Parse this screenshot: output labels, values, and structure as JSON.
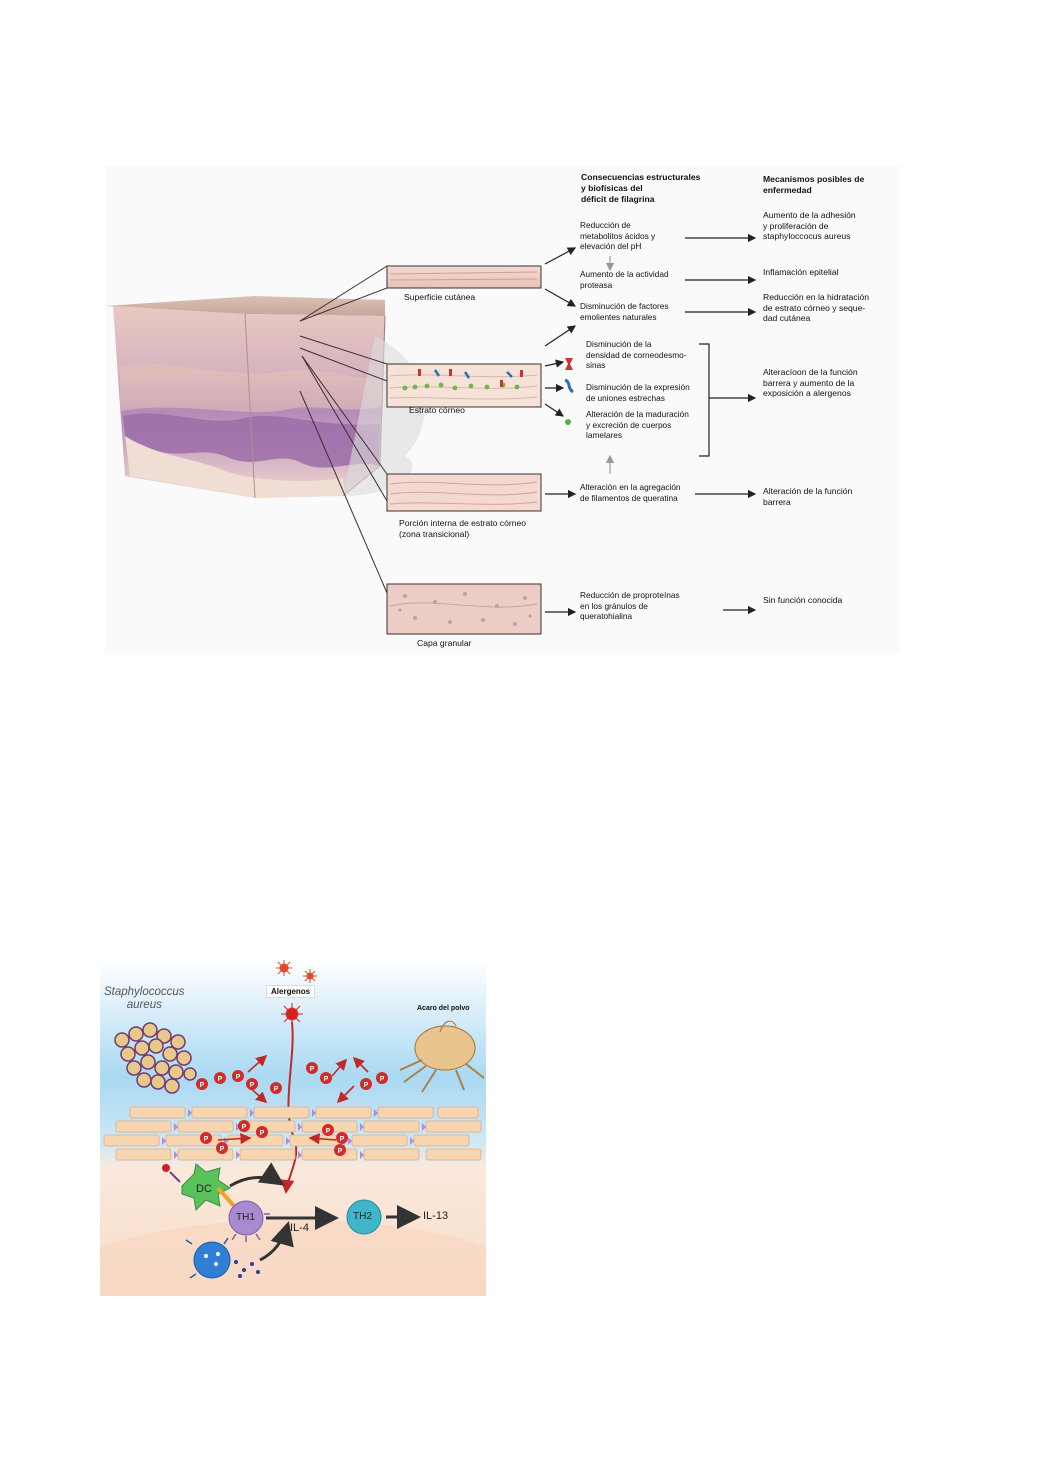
{
  "figure1": {
    "headers": {
      "consequences": "Consecuencias estructurales\ny biofísicas del\ndéficit de filagrina",
      "mechanisms": "Mecanismos posibles de\n      enfermedad"
    },
    "strip_captions": {
      "surface": "Superficie cutánea",
      "stratum_corneum": "Estrato córneo",
      "inner_corneum": "Porción interna de estrato córneo\n     (zona transicional)",
      "granular": "Capa granular"
    },
    "consequences": {
      "acid_metabolites": "Reducción de\nmetabolitos ácidos y\nelevación del pH",
      "protease": "Aumento de la actividad\nproteasa",
      "emollients": "Disminución de factores\nemolientes naturales",
      "corneodesmosomes": "Disminución de la\ndensidad de corneodesmo-\nsinas",
      "tight_junctions": "Disminución de la expresión\nde uniones estrechas",
      "lamellar_bodies": "Alteración de la maduración\ny excreción de cuerpos\nlamelares",
      "keratin_aggregation": "Alteración en la agregación\nde filamentos de queratina",
      "proproteins": "Reducción de proproteínas\nen los gránulos de\nqueratohialina"
    },
    "mechanisms": {
      "staph": "Aumento de la adhesión\ny proliferación de\nstaphyloccocus aureus",
      "inflammation": "Inflamación epitelial",
      "hydration": "Reducción en la hidratación\nde estrato córneo y seque-\ndad cutánea",
      "barrier_allergens": "Alteracíoon de la función\nbarrera y aumento de la\nexposición a alergenos",
      "barrier": "Alteración de la función\nbarrera",
      "unknown": "Sin función conocida"
    }
  },
  "figure2": {
    "staph_label": "Staphylococcus\naureus",
    "allergens_label": "Alergenos",
    "mite_label": "Acaro del polvo",
    "protease_mark": "P",
    "dc_label": "DC",
    "th1_label": "TH1",
    "th2_label": "TH2",
    "il4_label": "IL-4",
    "il13_label": "IL-13"
  },
  "colors": {
    "skin_purple": "#a87ab5",
    "skin_pink": "#e6bcc0",
    "protease_red": "#d62a2a",
    "sky_blue": "#7fc6ea",
    "dc_green": "#59c25a",
    "th1_purple": "#a78ad0",
    "th2_teal": "#3fb7c9"
  }
}
